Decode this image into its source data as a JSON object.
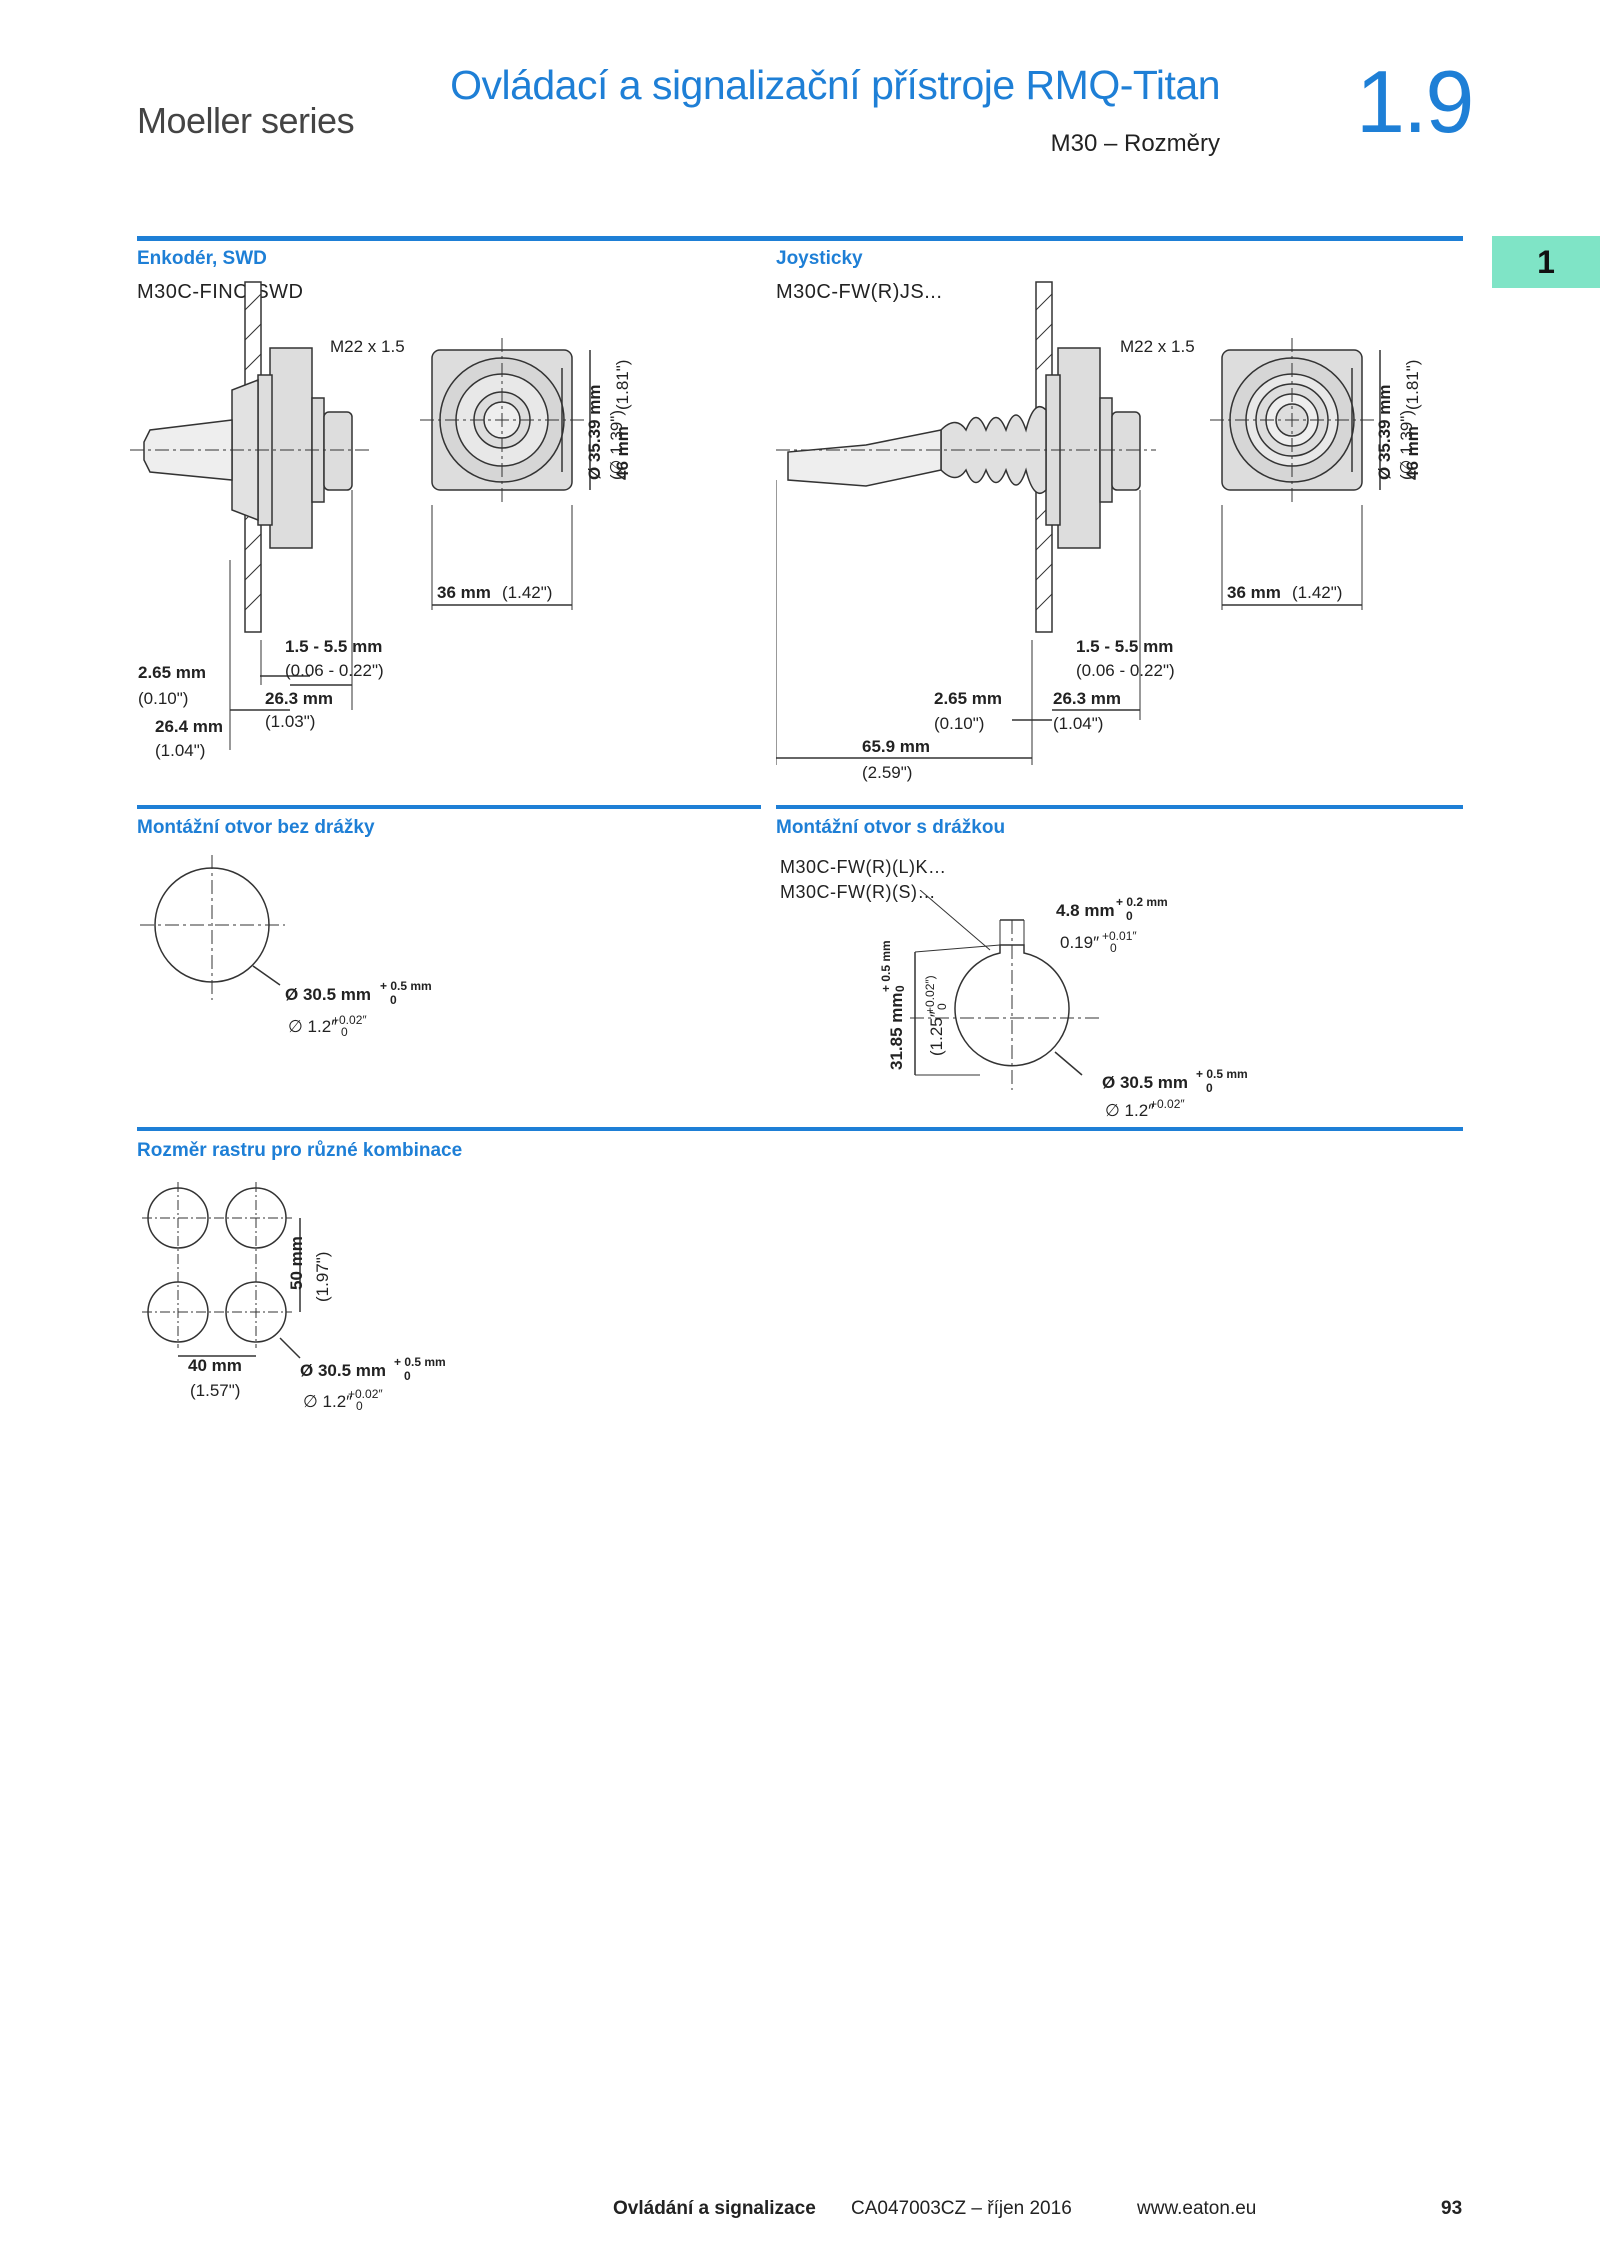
{
  "header": {
    "series": "Moeller series",
    "title": "Ovládací a signalizační přístroje RMQ-Titan",
    "subtitle": "M30 – Rozměry",
    "chapter": "1.9"
  },
  "side_tab": "1",
  "sections": {
    "encoder": {
      "heading": "Enkodér, SWD",
      "code": "M30C-FINC-SWD",
      "labels": {
        "thread": "M22 x 1.5",
        "dia_mm": "Ø 35.39 mm",
        "dia_in": "(∅ 1.39\")",
        "h_mm": "46 mm",
        "h_in": "(1.81\")",
        "w_mm": "36 mm",
        "w_in": "(1.42\")",
        "panel_mm": "1.5 - 5.5 mm",
        "panel_in": "(0.06 - 0.22\")",
        "a_mm": "2.65 mm",
        "a_in": "(0.10\")",
        "b_mm": "26.3 mm",
        "b_in": "(1.03\")",
        "c_mm": "26.4 mm",
        "c_in": "(1.04\")"
      }
    },
    "joystick": {
      "heading": "Joysticky",
      "code": "M30C-FW(R)JS...",
      "labels": {
        "thread": "M22 x 1.5",
        "dia_mm": "Ø 35.39 mm",
        "dia_in": "(∅ 1.39\")",
        "h_mm": "46 mm",
        "h_in": "(1.81\")",
        "w_mm": "36 mm",
        "w_in": "(1.42\")",
        "panel_mm": "1.5 - 5.5 mm",
        "panel_in": "(0.06 - 0.22\")",
        "a_mm": "2.65 mm",
        "a_in": "(0.10\")",
        "b_mm": "26.3 mm",
        "b_in": "(1.04\")",
        "c_mm": "65.9 mm",
        "c_in": "(2.59\")"
      }
    },
    "hole_plain": {
      "heading": "Montážní otvor bez drážky",
      "dia_mm": "Ø 30.5 mm",
      "tol_mm_up": "+ 0.5 mm",
      "tol_zero": "0",
      "dia_in": "∅ 1.2″",
      "tol_in_up": "+0.02″"
    },
    "hole_key": {
      "heading": "Montážní otvor s drážkou",
      "code1": "M30C-FW(R)(L)K…",
      "code2": "M30C-FW(R)(S)…",
      "key_mm": "4.8 mm",
      "key_tol_up": "+ 0.2 mm",
      "key_in": "0.19″",
      "key_in_tol": "+0.01″",
      "h_mm": "31.85 mm",
      "h_tol": "+ 0.5 mm",
      "h_in": "(1.25″",
      "h_in_tol": "+0.02″)",
      "dia_mm": "Ø 30.5 mm",
      "tol_mm_up": "+ 0.5 mm",
      "tol_zero": "0",
      "dia_in": "∅ 1.2″",
      "tol_in_up": "+0.02″"
    },
    "grid": {
      "heading": "Rozměr rastru pro různé kombinace",
      "v_mm": "50 mm",
      "v_in": "(1.97\")",
      "h_mm": "40 mm",
      "h_in": "(1.57\")",
      "dia_mm": "Ø 30.5 mm",
      "tol_mm_up": "+ 0.5 mm",
      "tol_zero": "0",
      "dia_in": "∅ 1.2″",
      "tol_in_up": "+0.02″"
    }
  },
  "footer": {
    "section": "Ovládání a signalizace",
    "doc": "CA047003CZ – říjen 2016",
    "url": "www.eaton.eu",
    "page": "93"
  }
}
